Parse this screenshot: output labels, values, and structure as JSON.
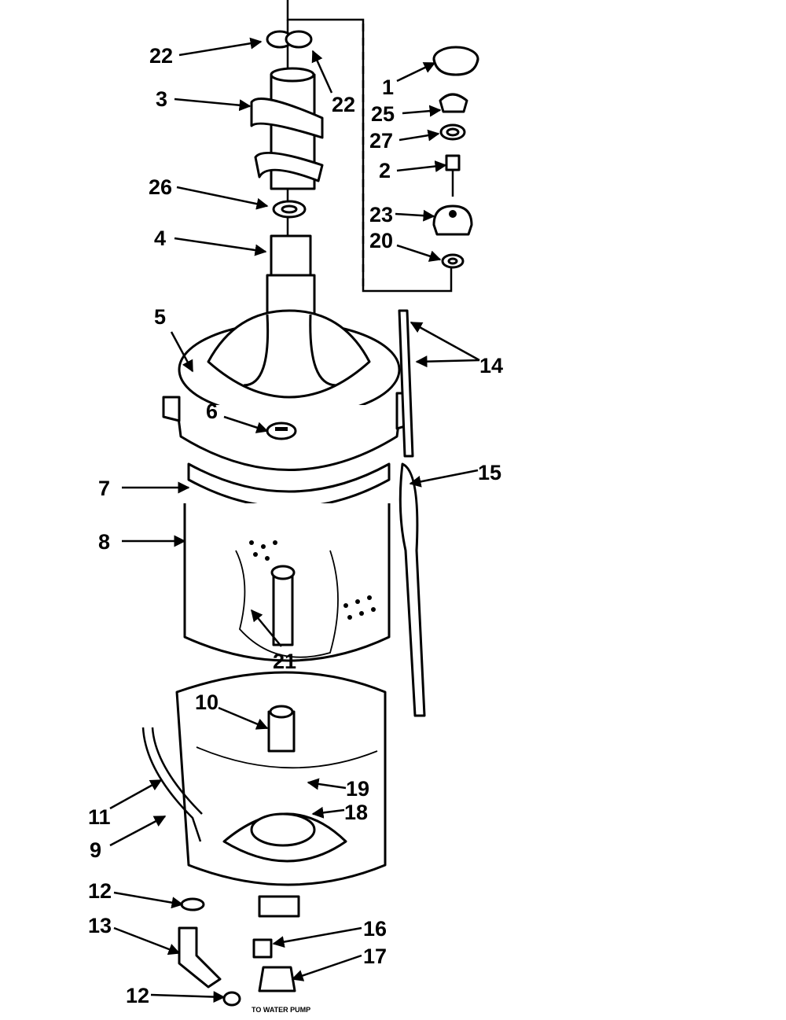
{
  "callouts": [
    {
      "id": "c22a",
      "label": "22"
    },
    {
      "id": "c22b",
      "label": "22"
    },
    {
      "id": "c3",
      "label": "3"
    },
    {
      "id": "c26",
      "label": "26"
    },
    {
      "id": "c4",
      "label": "4"
    },
    {
      "id": "c1",
      "label": "1"
    },
    {
      "id": "c25",
      "label": "25"
    },
    {
      "id": "c27",
      "label": "27"
    },
    {
      "id": "c2",
      "label": "2"
    },
    {
      "id": "c23",
      "label": "23"
    },
    {
      "id": "c20",
      "label": "20"
    },
    {
      "id": "c5",
      "label": "5"
    },
    {
      "id": "c14",
      "label": "14"
    },
    {
      "id": "c6",
      "label": "6"
    },
    {
      "id": "c15",
      "label": "15"
    },
    {
      "id": "c7",
      "label": "7"
    },
    {
      "id": "c8",
      "label": "8"
    },
    {
      "id": "c21",
      "label": "21"
    },
    {
      "id": "c10",
      "label": "10"
    },
    {
      "id": "c19",
      "label": "19"
    },
    {
      "id": "c18",
      "label": "18"
    },
    {
      "id": "c11",
      "label": "11"
    },
    {
      "id": "c9",
      "label": "9"
    },
    {
      "id": "c12a",
      "label": "12"
    },
    {
      "id": "c13",
      "label": "13"
    },
    {
      "id": "c16",
      "label": "16"
    },
    {
      "id": "c17",
      "label": "17"
    },
    {
      "id": "c12b",
      "label": "12"
    }
  ],
  "note": "TO WATER PUMP"
}
